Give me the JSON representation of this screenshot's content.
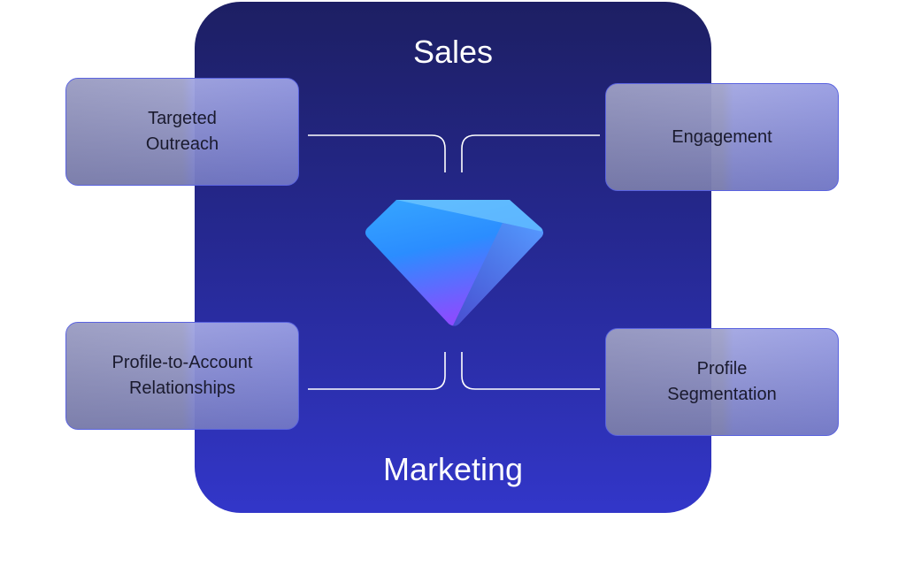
{
  "top_label": "Sales",
  "bottom_label": "Marketing",
  "cards": [
    {
      "label": "Targeted\nOutreach"
    },
    {
      "label": "Engagement"
    },
    {
      "label": "Profile-to-Account\nRelationships"
    },
    {
      "label": "Profile\nSegmentation"
    }
  ],
  "center_icon": "diamond-icon",
  "colors": {
    "panel_top": "#1d1f63",
    "panel_bottom": "#3236c9",
    "accent": "#2f8cff"
  }
}
